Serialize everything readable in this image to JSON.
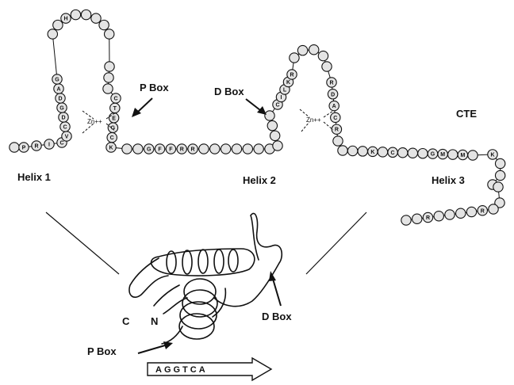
{
  "labels": {
    "p_box_top": "P Box",
    "d_box_top": "D Box",
    "cte": "CTE",
    "helix1": "Helix 1",
    "helix2": "Helix 2",
    "helix3": "Helix 3",
    "c_terminus": "C",
    "n_terminus": "N",
    "d_box_bottom": "D Box",
    "p_box_bottom": "P Box",
    "dna_sequence": "AGGTCA"
  },
  "zinc": {
    "left": "Zn++",
    "right": "Zn++"
  },
  "residues": {
    "helix1_start": [
      "P",
      "R",
      "I",
      "C"
    ],
    "finger1_left": [
      "V",
      "C",
      "D",
      "G",
      "D",
      "A",
      "G"
    ],
    "finger1_top": [
      "H"
    ],
    "finger1_right": [
      "C",
      "T",
      "E",
      "G",
      "C",
      "K"
    ],
    "linker1": [
      "G",
      "F",
      "F",
      "R",
      "R"
    ],
    "finger2_left": [
      "C",
      "I",
      "L",
      "K",
      "R"
    ],
    "finger2_right": [
      "R",
      "D",
      "A",
      "C",
      "R"
    ],
    "linker2": [
      "K",
      "C",
      "G",
      "M",
      "M",
      "K"
    ],
    "helix3_tail": [
      "R",
      "R"
    ]
  },
  "colors": {
    "line": "#111111",
    "bead_fill": "#e4e4e4",
    "background": "#ffffff"
  }
}
